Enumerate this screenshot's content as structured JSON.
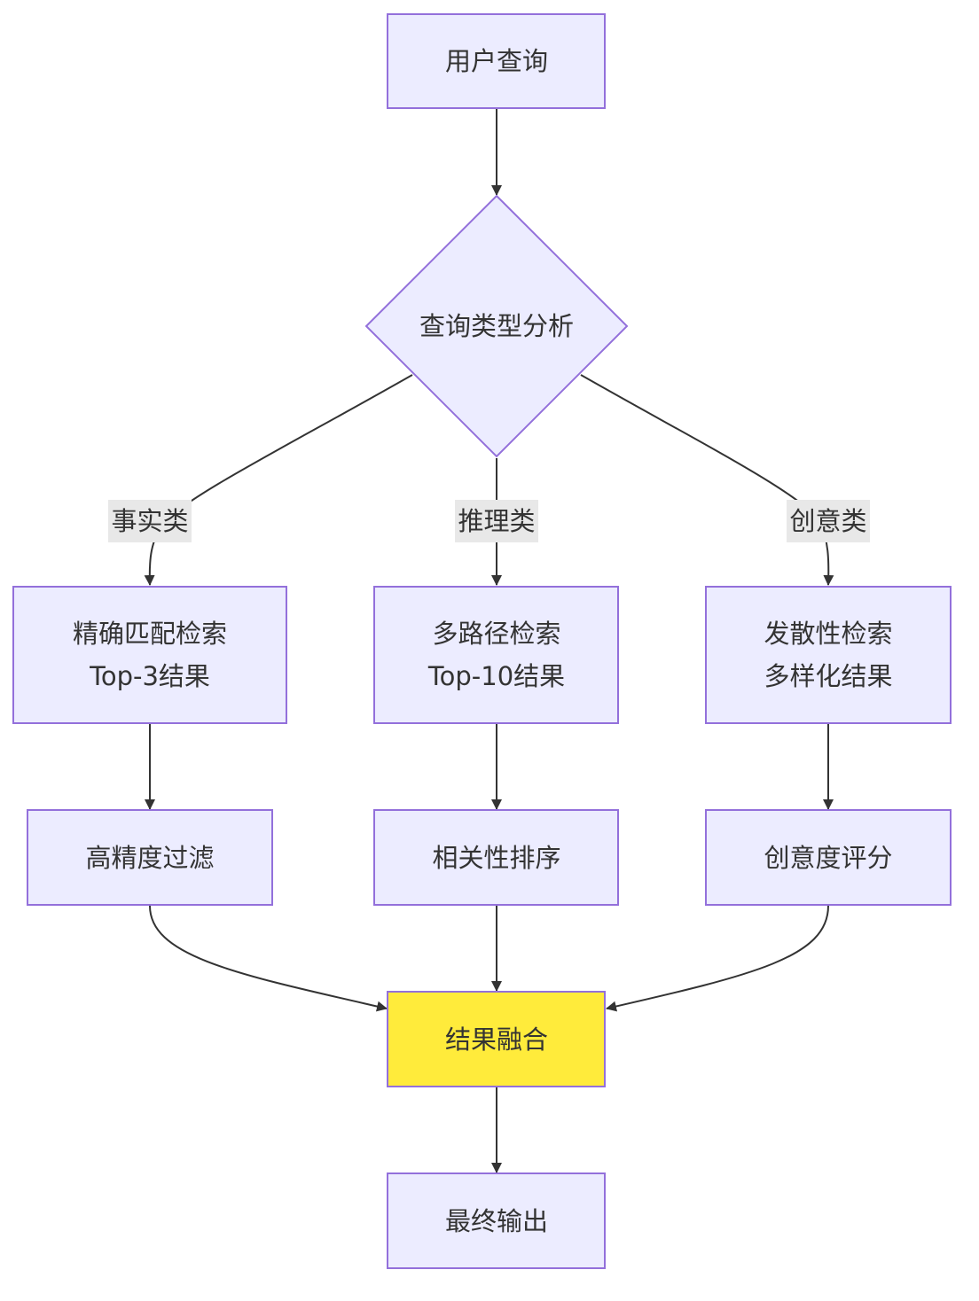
{
  "nodes": {
    "query": {
      "label": "用户查询"
    },
    "analyze": {
      "label": "查询类型分析"
    },
    "exact": {
      "lines": [
        "精确匹配检索",
        "Top-3结果"
      ]
    },
    "multi": {
      "lines": [
        "多路径检索",
        "Top-10结果"
      ]
    },
    "divergent": {
      "lines": [
        "发散性检索",
        "多样化结果"
      ]
    },
    "filter": {
      "label": "高精度过滤"
    },
    "rank": {
      "label": "相关性排序"
    },
    "score": {
      "label": "创意度评分"
    },
    "fusion": {
      "label": "结果融合"
    },
    "output": {
      "label": "最终输出"
    }
  },
  "edges": {
    "fact": {
      "label": "事实类"
    },
    "reasoning": {
      "label": "推理类"
    },
    "creative": {
      "label": "创意类"
    }
  },
  "colors": {
    "node_fill": "#ececff",
    "node_stroke": "#9370db",
    "highlight_fill": "#ffeb3b",
    "edge": "#333333",
    "label_bg": "#e8e8e8"
  }
}
